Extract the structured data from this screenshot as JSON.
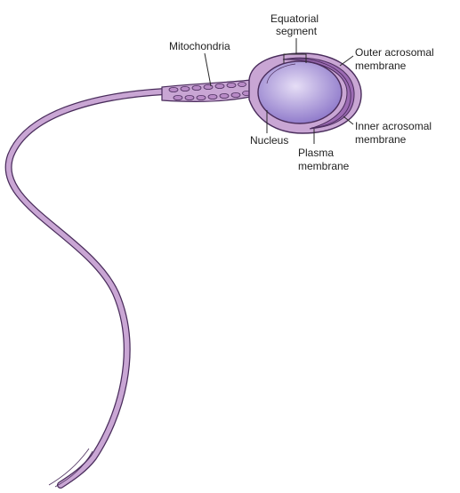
{
  "labels": {
    "equatorial_line1": "Equatorial",
    "equatorial_line2": "segment",
    "mitochondria": "Mitochondria",
    "outer_line1": "Outer acrosomal",
    "outer_line2": "membrane",
    "inner_line1": "Inner acrosomal",
    "inner_line2": "membrane",
    "nucleus": "Nucleus",
    "plasma_line1": "Plasma",
    "plasma_line2": "membrane"
  },
  "colors": {
    "cell_fill": "#c9a6d4",
    "cell_outline": "#4a2d5c",
    "nucleus_center": "#e6def6",
    "nucleus_edge": "#8a74c8",
    "acrosome": "#9c6bb3",
    "mitochondria": "#b88ac6",
    "leader_lines": "#2a2a2a",
    "label_text": "#222222"
  }
}
